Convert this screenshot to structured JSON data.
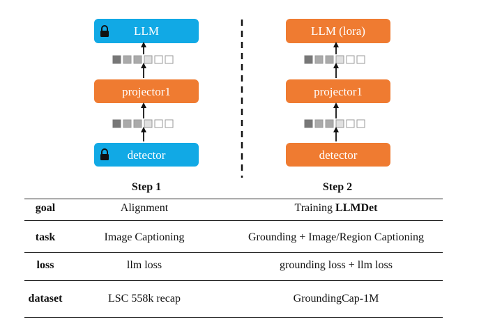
{
  "colors": {
    "frozen": "#11a9e5",
    "trainable": "#ef7b31",
    "token_dark": "#777777",
    "token_mid": "#aaaaaa",
    "token_light": "#e0e0e0",
    "token_white": "#ffffff"
  },
  "icons": {
    "frozen": "lock-icon"
  },
  "step1": {
    "title": "Step 1",
    "llm_label": "LLM",
    "projector_label": "projector1",
    "detector_label": "detector",
    "llm_frozen": true,
    "detector_frozen": true
  },
  "step2": {
    "title": "Step 2",
    "llm_label": "LLM (lora)",
    "projector_label": "projector1",
    "detector_label": "detector",
    "llm_frozen": false,
    "detector_frozen": false
  },
  "table": {
    "rows": [
      {
        "label": "goal",
        "step1": "Alignment",
        "step2_prefix": "Training ",
        "step2_bold": "LLMDet"
      },
      {
        "label": "task",
        "step1": "Image Captioning",
        "step2": "Grounding + Image/Region Captioning"
      },
      {
        "label": "loss",
        "step1": "llm loss",
        "step2": "grounding loss + llm loss"
      },
      {
        "label": "dataset",
        "step1": "LSC 558k recap",
        "step2": "GroundingCap-1M"
      }
    ]
  }
}
